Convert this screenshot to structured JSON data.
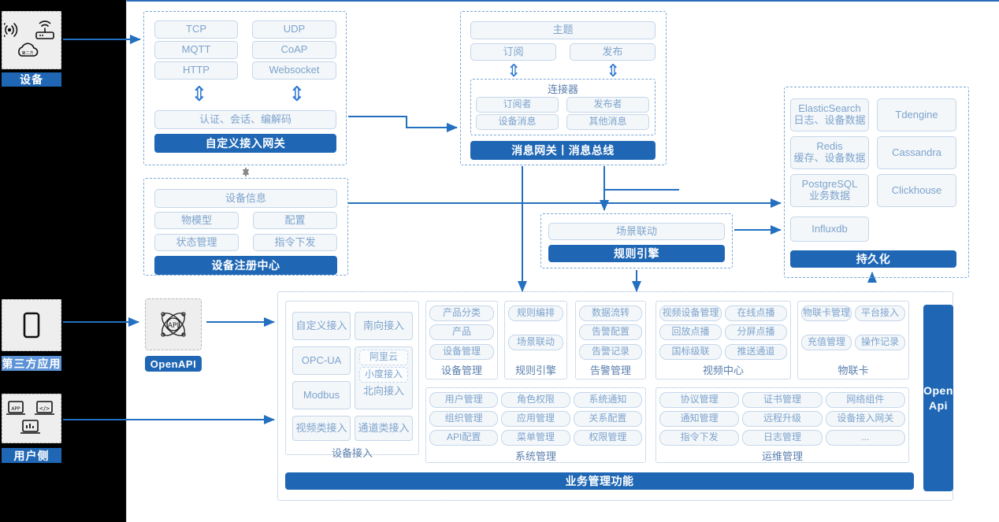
{
  "meta": {
    "title": "IoT Platform Architecture Diagram",
    "accent": "#1f67b5",
    "chip_text": "#7ea3cc"
  },
  "rail": {
    "device": {
      "label": "设备",
      "icons": [
        "wifi-signal-icon",
        "router-icon",
        "cloud-icon"
      ]
    },
    "third_party": {
      "label": "第三方应用",
      "icons": [
        "mobile-phone-icon"
      ]
    },
    "user_side": {
      "label": "用户侧",
      "icons": [
        "app-window-icon",
        "code-window-icon",
        "dashboard-chart-icon"
      ]
    }
  },
  "gateway": {
    "protocols": [
      "TCP",
      "UDP",
      "MQTT",
      "CoAP",
      "HTTP",
      "Websocket"
    ],
    "middle": "认证、会话、编解码",
    "bar": "自定义接入网关"
  },
  "message": {
    "topic": "主题",
    "subscribe": "订阅",
    "publish": "发布",
    "connector_title": "连接器",
    "connector_items": [
      "订阅者",
      "发布者",
      "设备消息",
      "其他消息"
    ],
    "bar": "消息网关丨消息总线"
  },
  "registry": {
    "info": "设备信息",
    "items": [
      "物模型",
      "配置",
      "状态管理",
      "指令下发"
    ],
    "bar": "设备注册中心"
  },
  "rules": {
    "scene": "场景联动",
    "bar": "规则引擎"
  },
  "persistence": {
    "stores": [
      {
        "name": "ElasticSearch",
        "sub": "日志、设备数据"
      },
      {
        "name": "Tdengine",
        "sub": ""
      },
      {
        "name": "Redis",
        "sub": "缓存、设备数据"
      },
      {
        "name": "Cassandra",
        "sub": ""
      },
      {
        "name": "PostgreSQL",
        "sub": "业务数据"
      },
      {
        "name": "Clickhouse",
        "sub": ""
      },
      {
        "name": "Influxdb",
        "sub": ""
      }
    ],
    "bar": "持久化"
  },
  "openapi": {
    "tile_label": "OpenAPI",
    "icon": "api-atom-icon"
  },
  "business": {
    "bottom_bar": "业务管理功能",
    "side_bar": "Open Api",
    "device_access": {
      "label": "设备接入",
      "left": [
        "自定义接入",
        "OPC-UA",
        "Modbus",
        "视频类接入"
      ],
      "right_top": "南向接入",
      "north": {
        "items": [
          "阿里云",
          "小度接入"
        ],
        "label": "北向接入"
      },
      "right_bottom": "通道类接入"
    },
    "groups": [
      {
        "label": "设备管理",
        "items": [
          "产品分类",
          "产品",
          "设备管理"
        ],
        "cols": 1
      },
      {
        "label": "规则引擎",
        "items": [
          "规则编排",
          "场景联动"
        ],
        "cols": 1
      },
      {
        "label": "告警管理",
        "items": [
          "数据流转",
          "告警配置",
          "告警记录"
        ],
        "cols": 1
      },
      {
        "label": "视频中心",
        "items": [
          "视频设备管理",
          "在线点播",
          "回放点播",
          "分屏点播",
          "国标级联",
          "推送通道"
        ],
        "cols": 2
      },
      {
        "label": "物联卡",
        "items": [
          "物联卡管理",
          "平台接入",
          "充值管理",
          "操作记录"
        ],
        "cols": 2
      },
      {
        "label": "系统管理",
        "items": [
          "用户管理",
          "角色权限",
          "系统通知",
          "组织管理",
          "应用管理",
          "关系配置",
          "API配置",
          "菜单管理",
          "权限管理"
        ],
        "cols": 3
      },
      {
        "label": "运维管理",
        "items": [
          "协议管理",
          "证书管理",
          "网络组件",
          "通知管理",
          "远程升级",
          "设备接入网关",
          "指令下发",
          "日志管理",
          "..."
        ],
        "cols": 3
      }
    ]
  }
}
